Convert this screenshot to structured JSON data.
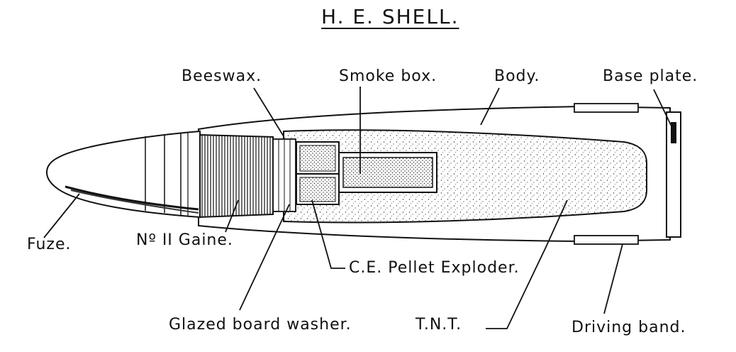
{
  "title": "H. E. SHELL.",
  "labels": {
    "beeswax": "Beeswax.",
    "smoke_box": "Smoke box.",
    "body": "Body.",
    "base_plate": "Base plate.",
    "fuze": "Fuze.",
    "gaine": "Nº II Gaine.",
    "exploder": "C.E. Pellet Exploder.",
    "washer": "Glazed board washer.",
    "tnt": "T.N.T.",
    "driving_band": "Driving band."
  }
}
